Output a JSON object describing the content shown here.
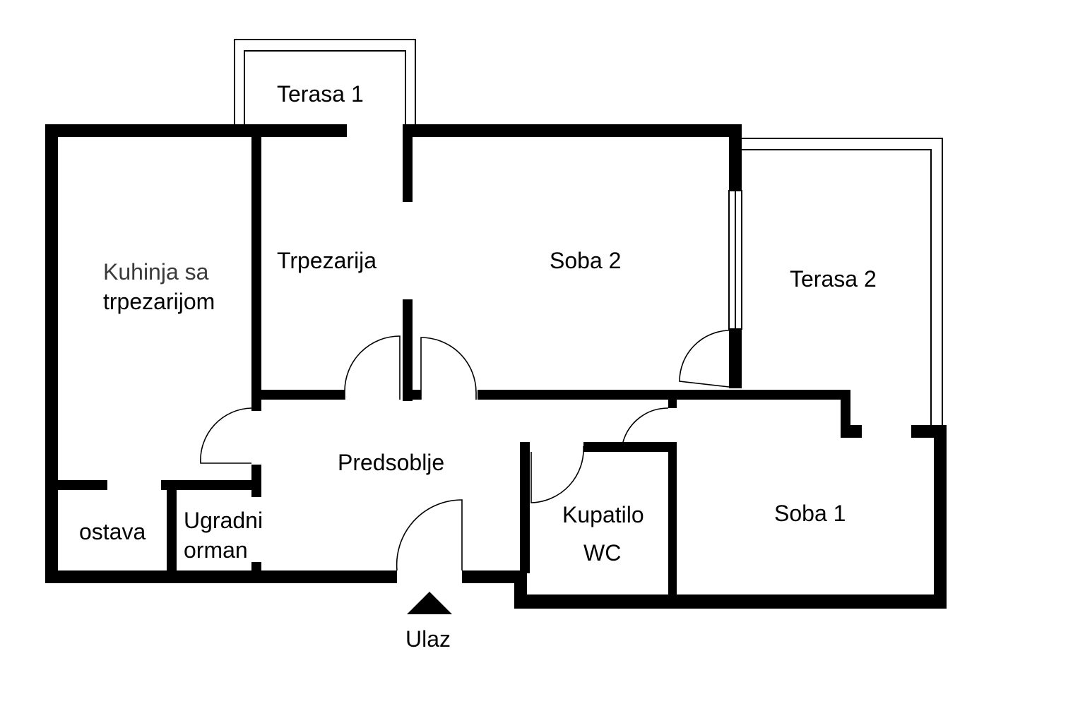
{
  "plan": {
    "rooms": {
      "terasa1": "Terasa 1",
      "kuhinja_line1": "Kuhinja sa",
      "kuhinja_line2": "trpezarijom",
      "trpezarija": "Trpezarija",
      "soba2": "Soba 2",
      "terasa2": "Terasa 2",
      "predsoblje": "Predsoblje",
      "ostava": "ostava",
      "ugradni_line1": "Ugradni",
      "ugradni_line2": "orman",
      "kupatilo_line1": "Kupatilo",
      "kupatilo_line2": "WC",
      "soba1": "Soba 1"
    },
    "entrance": {
      "label": "Ulaz"
    },
    "colors": {
      "wall": "#000000",
      "background": "#ffffff"
    }
  }
}
